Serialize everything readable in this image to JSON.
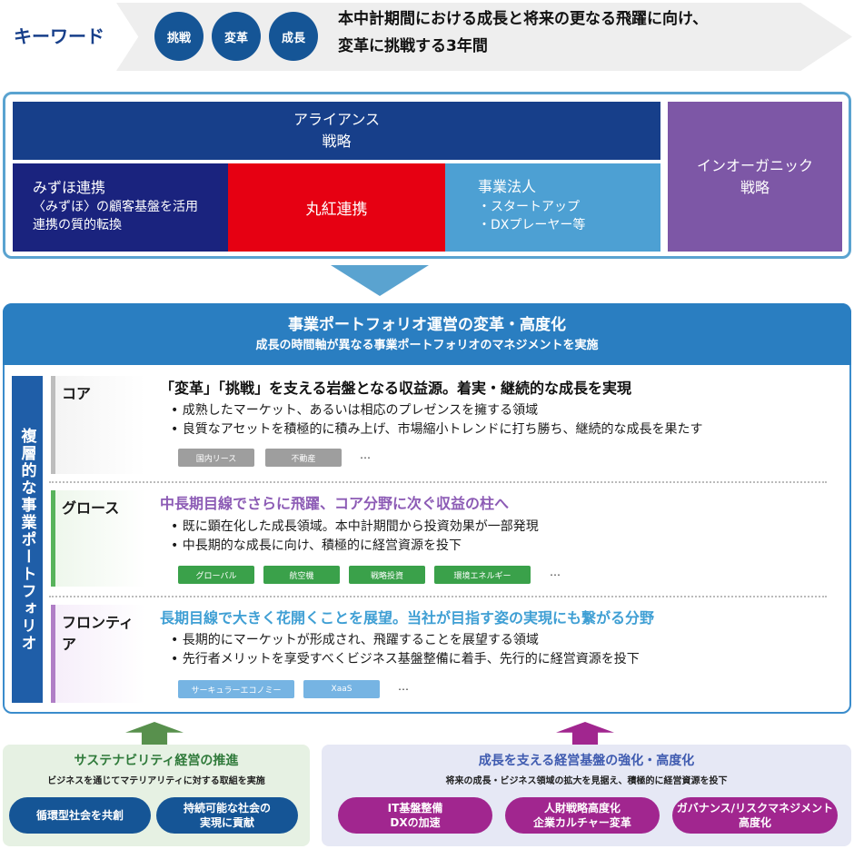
{
  "keyword": {
    "label": "キーワード",
    "circles": [
      "挑戦",
      "変革",
      "成長"
    ],
    "line1": "本中計期間における成長と将来の更なる飛躍に向け、",
    "line2": "変革に挑戦する3年間"
  },
  "alliance": {
    "header": {
      "line1": "アライアンス",
      "line2": "戦略"
    },
    "mizuho": {
      "line1": "みずほ連携",
      "line2": "〈みずほ〉の顧客基盤を活用",
      "line3": "連携の質的転換"
    },
    "marubeni": "丸紅連携",
    "business": {
      "title": "事業法人",
      "item1": "・スタートアップ",
      "item2": "・DXプレーヤー等"
    },
    "inorganic": {
      "line1": "インオーガニック",
      "line2": "戦略"
    }
  },
  "portfolio": {
    "title": "事業ポートフォリオ運営の変革・高度化",
    "subtitle": "成長の時間軸が異なる事業ポートフォリオのマネジメントを実施",
    "vertical_label": "複層的な事業ポートフォリオ",
    "core": {
      "tag": "コア",
      "title": "「変革」「挑戦」を支える岩盤となる収益源。着実・継続的な成長を実現",
      "bullets": [
        "成熟したマーケット、あるいは相応のプレゼンスを擁する領域",
        "良質なアセットを積極的に積み上げ、市場縮小トレンドに打ち勝ち、継続的な成長を果たす"
      ],
      "chips": [
        "国内リース",
        "不動産"
      ],
      "more": "…"
    },
    "growth": {
      "tag": "グロース",
      "title": "中長期目線でさらに飛躍、コア分野に次ぐ収益の柱へ",
      "bullets": [
        "既に顕在化した成長領域。本中計期間から投資効果が一部発現",
        "中長期的な成長に向け、積極的に経営資源を投下"
      ],
      "chips": [
        "グローバル",
        "航空機",
        "戦略投資",
        "環境エネルギー"
      ],
      "more": "…"
    },
    "frontier": {
      "tag": "フロンティア",
      "title": "長期目線で大きく花開くことを展望。当社が目指す姿の実現にも繋がる分野",
      "bullets": [
        "長期的にマーケットが形成され、飛躍することを展望する領域",
        "先行者メリットを享受すべくビジネス基盤整備に着手、先行的に経営資源を投下"
      ],
      "chips": [
        "サーキュラーエコノミー",
        "XaaS"
      ],
      "more": "…"
    }
  },
  "sustainability": {
    "title": "サステナビリティ経営の推進",
    "subtitle": "ビジネスを通じてマテリアリティに対する取組を実施",
    "pill1": "循環型社会を共創",
    "pill2": {
      "line1": "持続可能な社会の",
      "line2": "実現に貢献"
    }
  },
  "foundation": {
    "title": "成長を支える経営基盤の強化・高度化",
    "subtitle": "将来の成長・ビジネス領域の拡大を見据え、積極的に経営資源を投下",
    "pill1": {
      "line1": "IT基盤整備",
      "line2": "DXの加速"
    },
    "pill2": {
      "line1": "人財戦略高度化",
      "line2": "企業カルチャー変革"
    },
    "pill3": {
      "line1": "ガバナンス/リスクマネジメント",
      "line2": "高度化"
    }
  },
  "colors": {
    "navy": "#173f8a",
    "mizuho": "#1a237e",
    "marubeni_red": "#e60012",
    "business_blue": "#4da0d3",
    "inorganic_purple": "#7d57a6",
    "growth_title": "#8c5bb5",
    "frontier_title": "#3f9fd4",
    "core_chip": "#9e9e9e",
    "growth_chip": "#3aa14a",
    "frontier_chip": "#76b4e3",
    "green_arrow": "#58904d",
    "magenta": "#a1268f"
  }
}
